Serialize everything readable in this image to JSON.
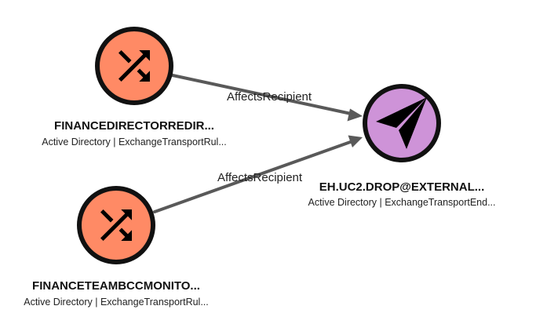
{
  "colors": {
    "rule_node_fill": "#ff8a65",
    "endpoint_node_fill": "#ce93d8",
    "ring": "#111111",
    "edge": "#595959"
  },
  "nodes": [
    {
      "id": "rule1",
      "title": "FINANCEDIRECTORREDIR...",
      "subtitle": "Active Directory | ExchangeTransportRul...",
      "icon": "shuffle-icon"
    },
    {
      "id": "rule2",
      "title": "FINANCETEAMBCCMONITO...",
      "subtitle": "Active Directory | ExchangeTransportRul...",
      "icon": "shuffle-icon"
    },
    {
      "id": "endpoint",
      "title": "EH.UC2.DROP@EXTERNAL...",
      "subtitle": "Active Directory | ExchangeTransportEnd...",
      "icon": "paper-plane-icon"
    }
  ],
  "edges": [
    {
      "from": "rule1",
      "to": "endpoint",
      "label": "AffectsRecipient"
    },
    {
      "from": "rule2",
      "to": "endpoint",
      "label": "AffectsRecipient"
    }
  ]
}
